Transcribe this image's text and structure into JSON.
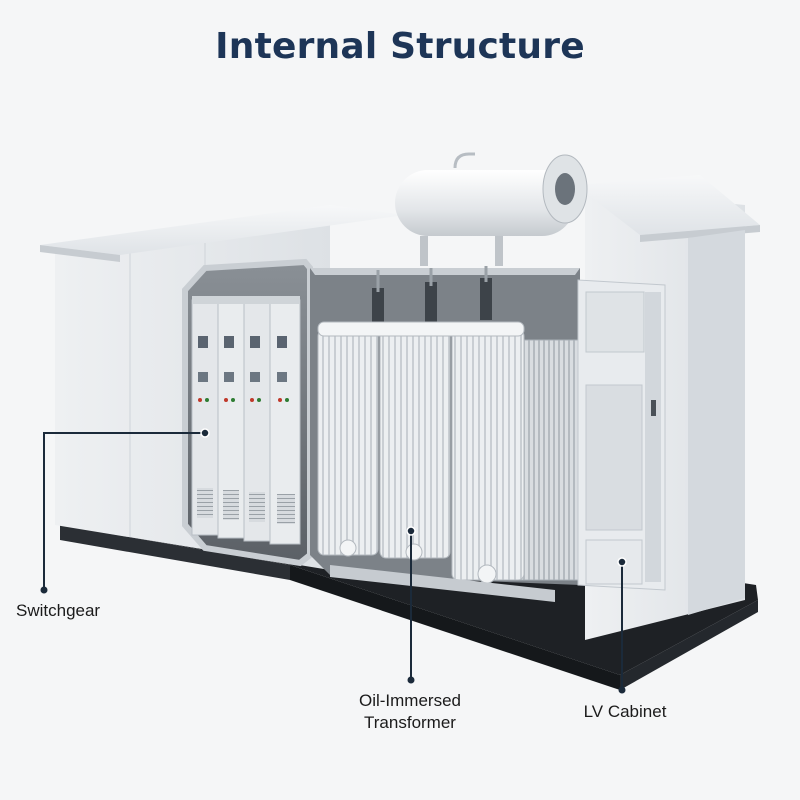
{
  "title": "Internal Structure",
  "colors": {
    "title": "#1d3557",
    "callout": "#1b2a3a",
    "enclosure": "#e9ecef",
    "base": "#1e2125"
  },
  "callouts": {
    "switchgear": {
      "lines": [
        "Switchgear"
      ]
    },
    "transformer": {
      "lines": [
        "Oil-Immersed",
        "Transformer"
      ]
    },
    "lv_cabinet": {
      "lines": [
        "LV Cabinet"
      ]
    }
  }
}
